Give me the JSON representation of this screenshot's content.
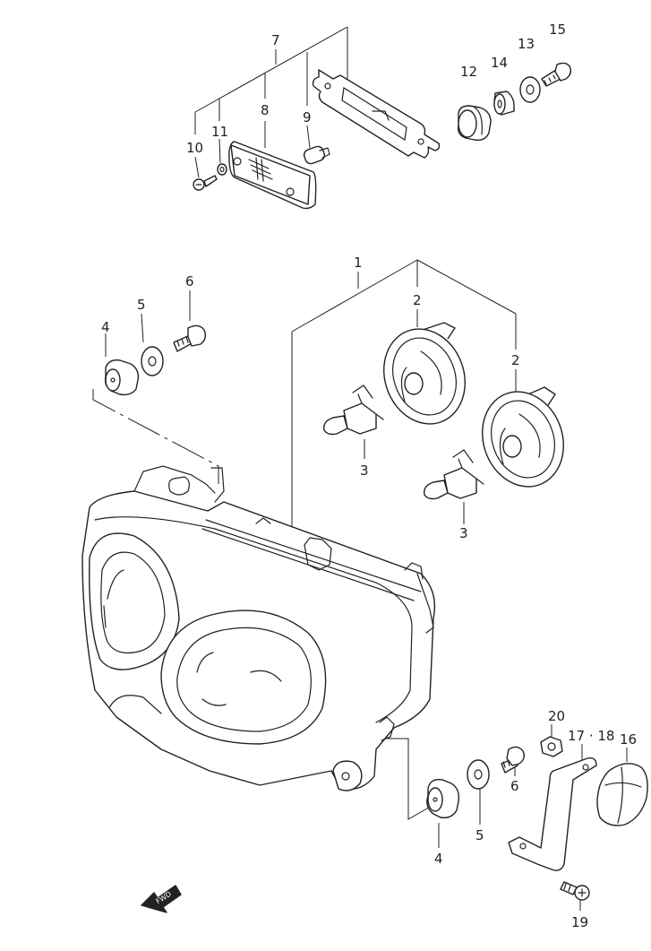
{
  "labels": {
    "l1": "1",
    "l2a": "2",
    "l2b": "2",
    "l3a": "3",
    "l3b": "3",
    "l4a": "4",
    "l4b": "4",
    "l5a": "5",
    "l5b": "5",
    "l6a": "6",
    "l6b": "6",
    "l7": "7",
    "l8": "8",
    "l9": "9",
    "l10": "10",
    "l11": "11",
    "l12": "12",
    "l13": "13",
    "l14": "14",
    "l15": "15",
    "l16": "16",
    "l1718": "17 · 18",
    "l19": "19",
    "l20": "20"
  },
  "fwd_arrow": {
    "text": "FWD"
  },
  "colors": {
    "line": "#222222",
    "background": "#ffffff"
  }
}
